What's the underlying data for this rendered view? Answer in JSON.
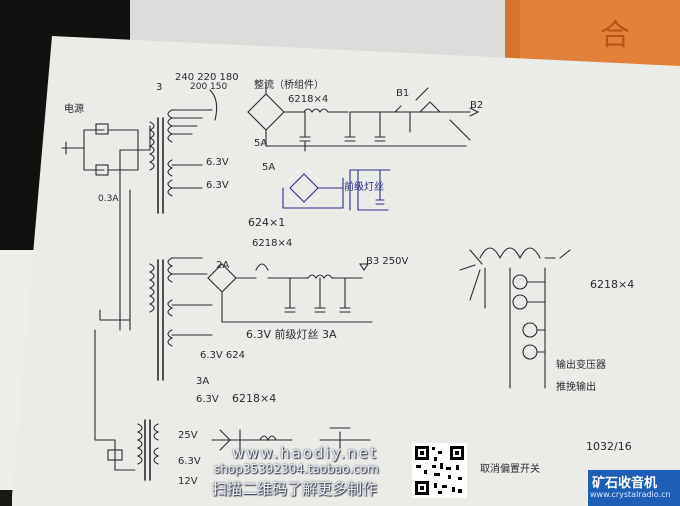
{
  "handwriting": {
    "top_numbers": "240 220 180",
    "top_numbers2": "200 150",
    "num3": "3",
    "lbl_power": "电源",
    "lbl_fuse": "0.3A",
    "lbl_rect": "整流（桥组件）",
    "lbl_6218x4": "6218×4",
    "lbl_5A_top": "5A",
    "lbl_63v1": "6.3V",
    "lbl_63v2": "6.3V",
    "lbl_5A_2": "5A",
    "lbl_b1": "B1",
    "lbl_b2": "B2",
    "lbl_624x1": "624×1",
    "lbl_6218x4_mid": "6218×4",
    "lbl_2A": "2A",
    "lbl_b3": "B3 250V",
    "lbl_63v_3a": "6.3V 前级灯丝 3A",
    "lbl_63v_624": "6.3V 624",
    "lbl_6v": "6.3V",
    "lbl_3A": "3A",
    "lbl_6218x4_low": "6218×4",
    "lbl_25v": "25V",
    "lbl_63v_low": "6.3V",
    "lbl_12v": "12V",
    "lbl_6218_right": "6218×4",
    "lbl_right_note1": "输出变压器",
    "lbl_right_note2": "推挽输出",
    "lbl_right_note3": "取消偏置开关",
    "lbl_bottom_right": "1032/16",
    "lbl_blue_label": "前级灯丝"
  },
  "watermark": {
    "url": "www.haodiy.net",
    "shop": "shop35392304.taobao.com",
    "cta": "扫描二维码了解更多制作"
  },
  "site_logo": {
    "title": "矿石收音机",
    "url": "www.crystalradio.cn"
  }
}
